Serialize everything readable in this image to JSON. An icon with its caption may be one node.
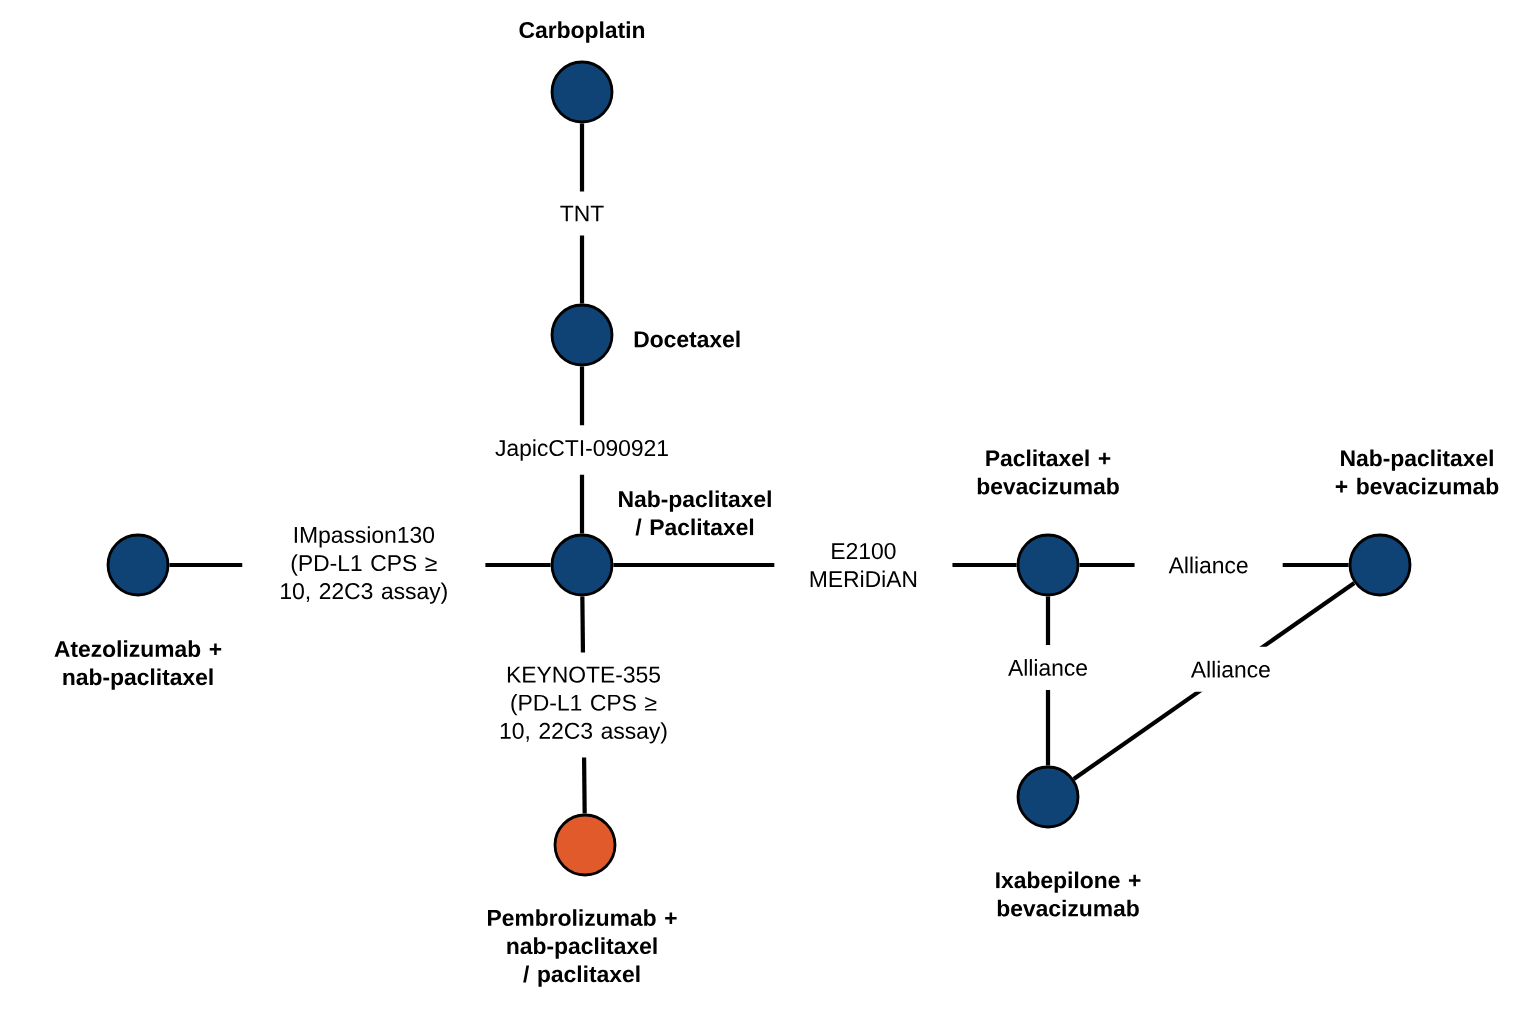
{
  "diagram": {
    "nodes": [
      {
        "text": [
          "Carboplatin"
        ]
      },
      {
        "text": [
          "Docetaxel"
        ]
      },
      {
        "text": [
          "Nab-paclitaxel / Paclitaxel"
        ]
      },
      {
        "text": [
          "Atezolizumab + nab-paclitaxel"
        ]
      },
      {
        "text": [
          "Pembrolizumab + nab-paclitaxel / paclitaxel"
        ]
      },
      {
        "text": [
          "Paclitaxel + bevacizumab"
        ]
      },
      {
        "text": [
          "Nab-paclitaxel + bevacizumab"
        ]
      },
      {
        "text": [
          "Ixabepilone + bevacizumab"
        ]
      }
    ],
    "edges": [
      {
        "from": 0,
        "to": 1,
        "arrow": "none",
        "label": "TNT"
      },
      {
        "from": 1,
        "to": 2,
        "arrow": "none",
        "label": "JapicCTI-090921"
      },
      {
        "from": 3,
        "to": 2,
        "arrow": "none",
        "label": "IMpassion130 (PD-L1 CPS ≥ 10, 22C3 assay)"
      },
      {
        "from": 2,
        "to": 4,
        "arrow": "none",
        "label": "KEYNOTE-355 (PD-L1 CPS ≥ 10, 22C3 assay)"
      },
      {
        "from": 2,
        "to": 5,
        "arrow": "none",
        "label": "E2100 MERiDiAN"
      },
      {
        "from": 5,
        "to": 6,
        "arrow": "none",
        "label": "Alliance"
      },
      {
        "from": 5,
        "to": 7,
        "arrow": "none",
        "label": "Alliance"
      },
      {
        "from": 7,
        "to": 6,
        "arrow": "none",
        "label": "Alliance"
      }
    ]
  }
}
